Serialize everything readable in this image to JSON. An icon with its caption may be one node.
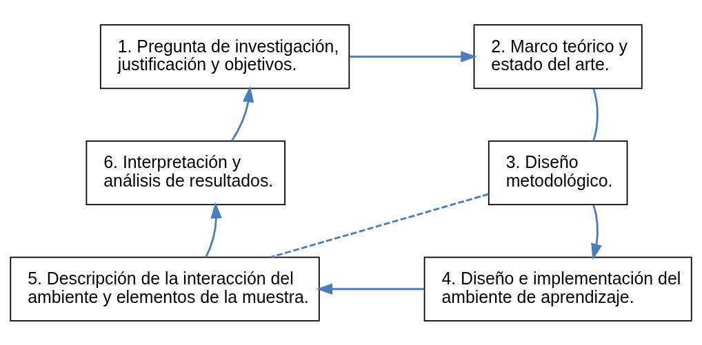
{
  "diagram": {
    "nodes": [
      {
        "text": [
          "1. Pregunta de investigación, justificación y objetivos."
        ]
      },
      {
        "text": [
          "2. Marco teórico y estado del arte."
        ]
      },
      {
        "text": [
          "3. Diseño metodológico."
        ]
      },
      {
        "text": [
          "4. Diseño e implementación del ambiente de aprendizaje."
        ]
      },
      {
        "text": [
          "5. Descripción de la interacción del ambiente y elementos de la muestra."
        ]
      },
      {
        "text": [
          "6. Interpretación y análisis de resultados."
        ]
      }
    ],
    "edges": [
      {
        "from": 0,
        "to": 1,
        "arrow": "to"
      },
      {
        "from": 1,
        "to": 2,
        "arrow": "none"
      },
      {
        "from": 2,
        "to": 3,
        "arrow": "to"
      },
      {
        "from": 2,
        "to": 4,
        "arrow": "none",
        "style": "dashed"
      },
      {
        "from": 3,
        "to": 4,
        "arrow": "to"
      },
      {
        "from": 4,
        "to": 5,
        "arrow": "to"
      },
      {
        "from": 5,
        "to": 0,
        "arrow": "to"
      }
    ]
  }
}
